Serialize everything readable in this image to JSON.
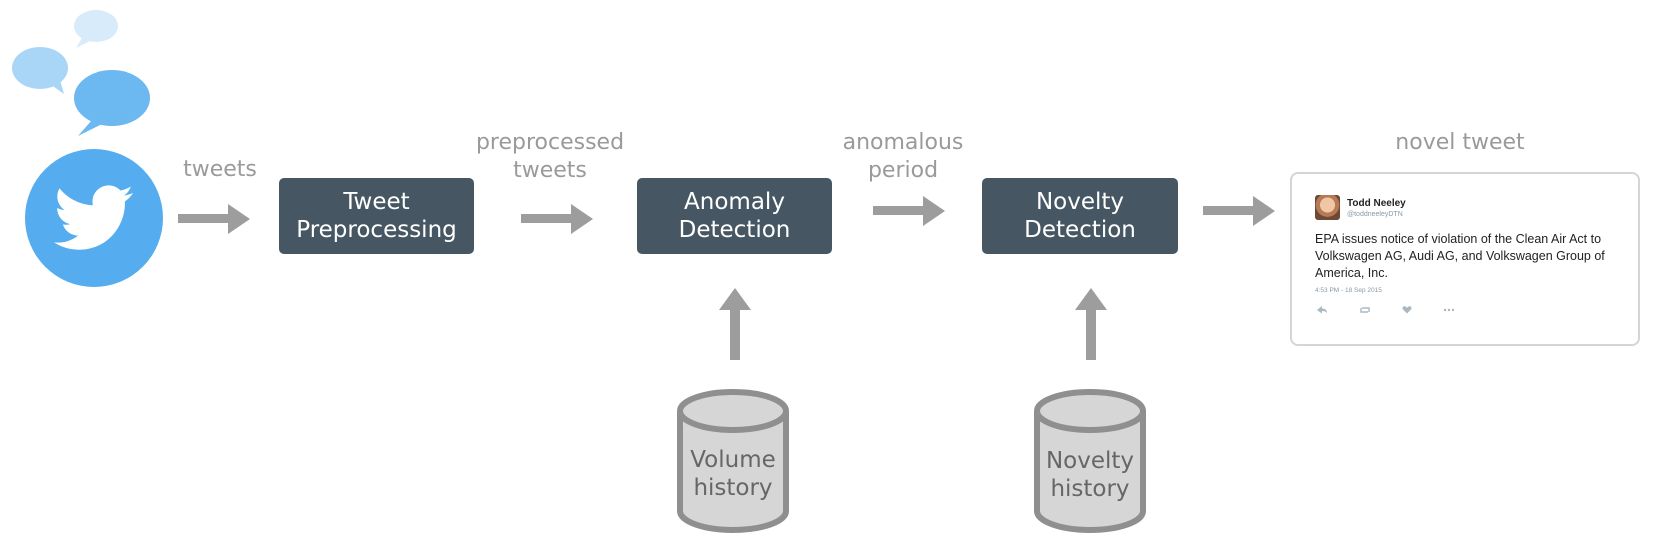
{
  "labels": {
    "tweets": "tweets",
    "preprocessed_tweets": "preprocessed\ntweets",
    "anomalous_period": "anomalous\nperiod",
    "novel_tweet": "novel tweet"
  },
  "boxes": {
    "preprocessing": "Tweet\nPreprocessing",
    "anomaly": "Anomaly\nDetection",
    "novelty": "Novelty\nDetection"
  },
  "databases": {
    "volume": "Volume\nhistory",
    "novelty": "Novelty\nhistory"
  },
  "tweet_card": {
    "name": "Todd Neeley",
    "handle": "@toddneeleyDTN",
    "text": "EPA issues notice of violation of the Clean Air Act to Volkswagen AG, Audi AG, and Volkswagen Group of America, Inc.",
    "timestamp": "4:53 PM - 18 Sep 2015"
  },
  "icons": {
    "source": "twitter-bird-icon",
    "bubbles": "speech-bubble-icon",
    "reply": "reply-icon",
    "retweet": "retweet-icon",
    "like": "heart-icon",
    "more": "more-icon"
  },
  "colors": {
    "twitter_blue": "#55acee",
    "box_fill": "#465763",
    "arrow_gray": "#9d9d9d",
    "label_gray": "#9a9a9a"
  }
}
